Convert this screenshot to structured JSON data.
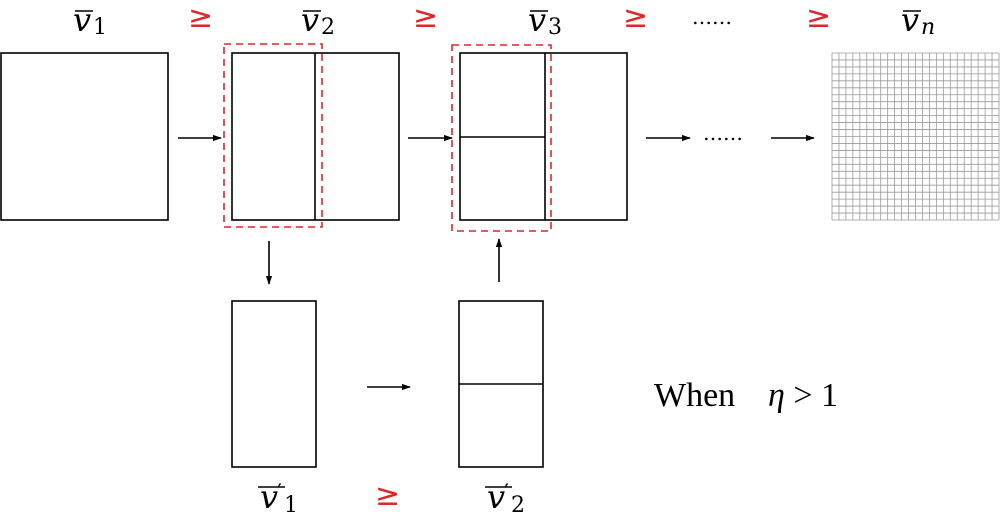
{
  "colors": {
    "ink": "#000000",
    "accent": "#e0262a",
    "grid": "#9a9a9a"
  },
  "top_labels": {
    "v1": {
      "base": "v",
      "sub": "1"
    },
    "v2": {
      "base": "v",
      "sub": "2"
    },
    "v3": {
      "base": "v",
      "sub": "3"
    },
    "vn": {
      "base": "v",
      "sub": "n"
    }
  },
  "relation_symbol": "≥",
  "ellipsis": "……",
  "bottom_labels": {
    "vp1": {
      "base": "v",
      "prime": "′",
      "sub": "1"
    },
    "vp2": {
      "base": "v",
      "prime": "′",
      "sub": "2"
    }
  },
  "condition": {
    "prefix": "When",
    "var": "η",
    "rest": " > 1"
  },
  "final_grid": {
    "rows": 24,
    "cols": 24
  }
}
